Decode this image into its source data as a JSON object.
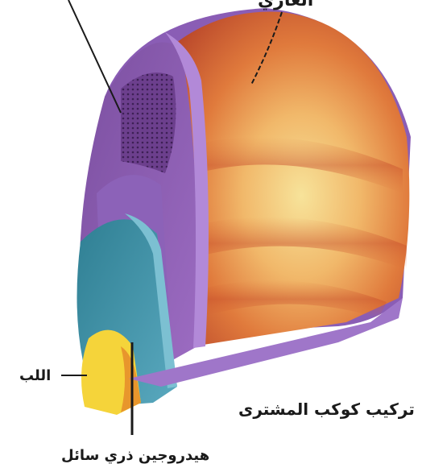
{
  "diagram": {
    "caption": "تركيب كوكب المشترى",
    "labels": {
      "top_right": "الغازي",
      "core": "اللب",
      "liquid_hydrogen": "هيدروجين ذري سائل"
    }
  }
}
